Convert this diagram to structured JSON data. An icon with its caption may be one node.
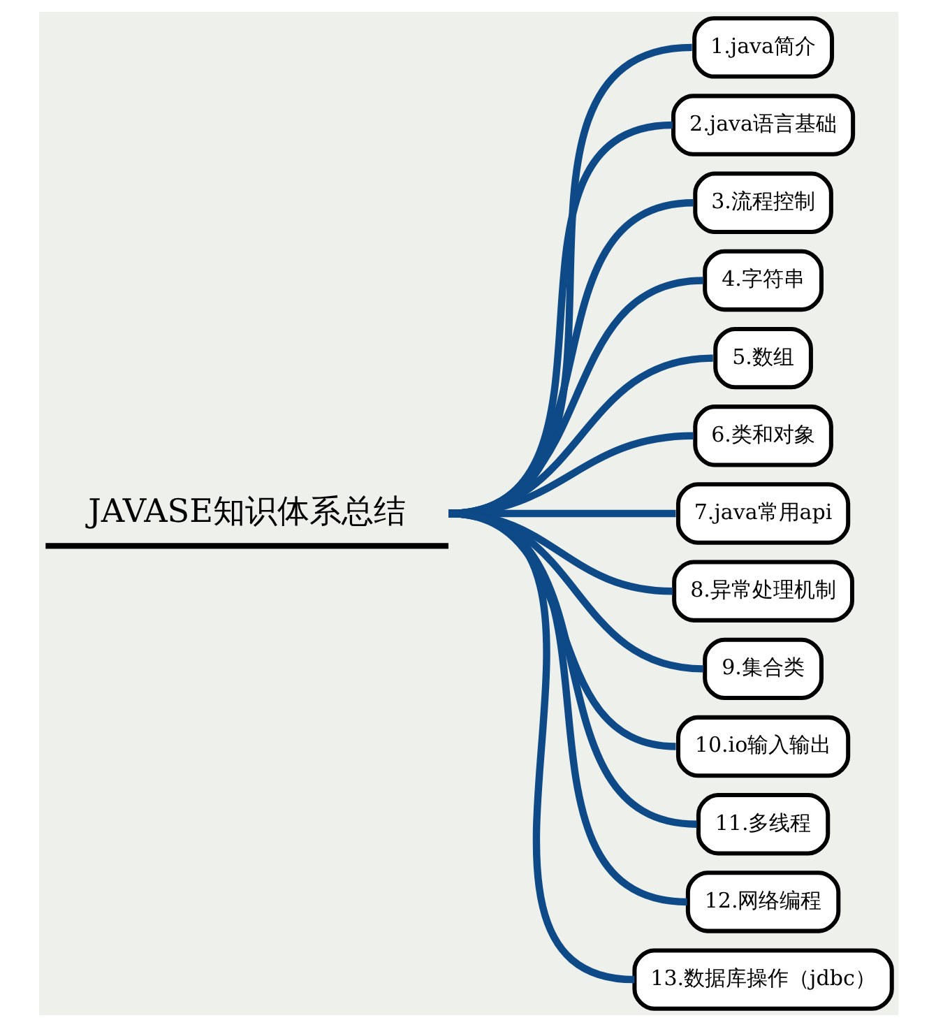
{
  "diagram": {
    "nodes": [
      {
        "text": [
          "JAVASE知识体系总结"
        ]
      },
      {
        "text": [
          "1.java简介"
        ]
      },
      {
        "text": [
          "2.java语言基础"
        ]
      },
      {
        "text": [
          "3.流程控制"
        ]
      },
      {
        "text": [
          "4.字符串"
        ]
      },
      {
        "text": [
          "5.数组"
        ]
      },
      {
        "text": [
          "6.类和对象"
        ]
      },
      {
        "text": [
          "7.java常用api"
        ]
      },
      {
        "text": [
          "8.异常处理机制"
        ]
      },
      {
        "text": [
          "9.集合类"
        ]
      },
      {
        "text": [
          "10.io输入输出"
        ]
      },
      {
        "text": [
          "11.多线程"
        ]
      },
      {
        "text": [
          "12.网络编程"
        ]
      },
      {
        "text": [
          "13.数据库操作（jdbc）"
        ]
      }
    ],
    "edges": [
      {
        "from": 0,
        "to": 1,
        "arrow": "none"
      },
      {
        "from": 0,
        "to": 2,
        "arrow": "none"
      },
      {
        "from": 0,
        "to": 3,
        "arrow": "none"
      },
      {
        "from": 0,
        "to": 4,
        "arrow": "none"
      },
      {
        "from": 0,
        "to": 5,
        "arrow": "none"
      },
      {
        "from": 0,
        "to": 6,
        "arrow": "none"
      },
      {
        "from": 0,
        "to": 7,
        "arrow": "none"
      },
      {
        "from": 0,
        "to": 8,
        "arrow": "none"
      },
      {
        "from": 0,
        "to": 9,
        "arrow": "none"
      },
      {
        "from": 0,
        "to": 10,
        "arrow": "none"
      },
      {
        "from": 0,
        "to": 11,
        "arrow": "none"
      },
      {
        "from": 0,
        "to": 12,
        "arrow": "none"
      },
      {
        "from": 0,
        "to": 13,
        "arrow": "none"
      }
    ]
  }
}
